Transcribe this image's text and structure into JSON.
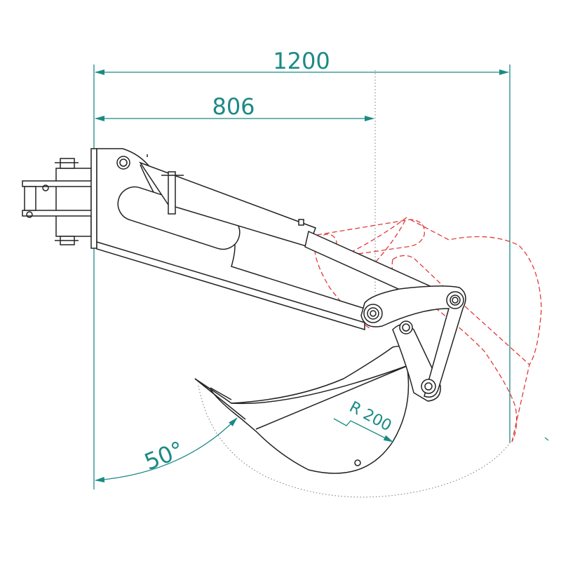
{
  "dimensions": {
    "overall_width": "1200",
    "pivot_width": "806",
    "angle": "50°",
    "radius": "R 200"
  },
  "colors": {
    "dimension": "#1b8a85",
    "alternate_position": "#e23a3a",
    "outline": "#222222"
  }
}
